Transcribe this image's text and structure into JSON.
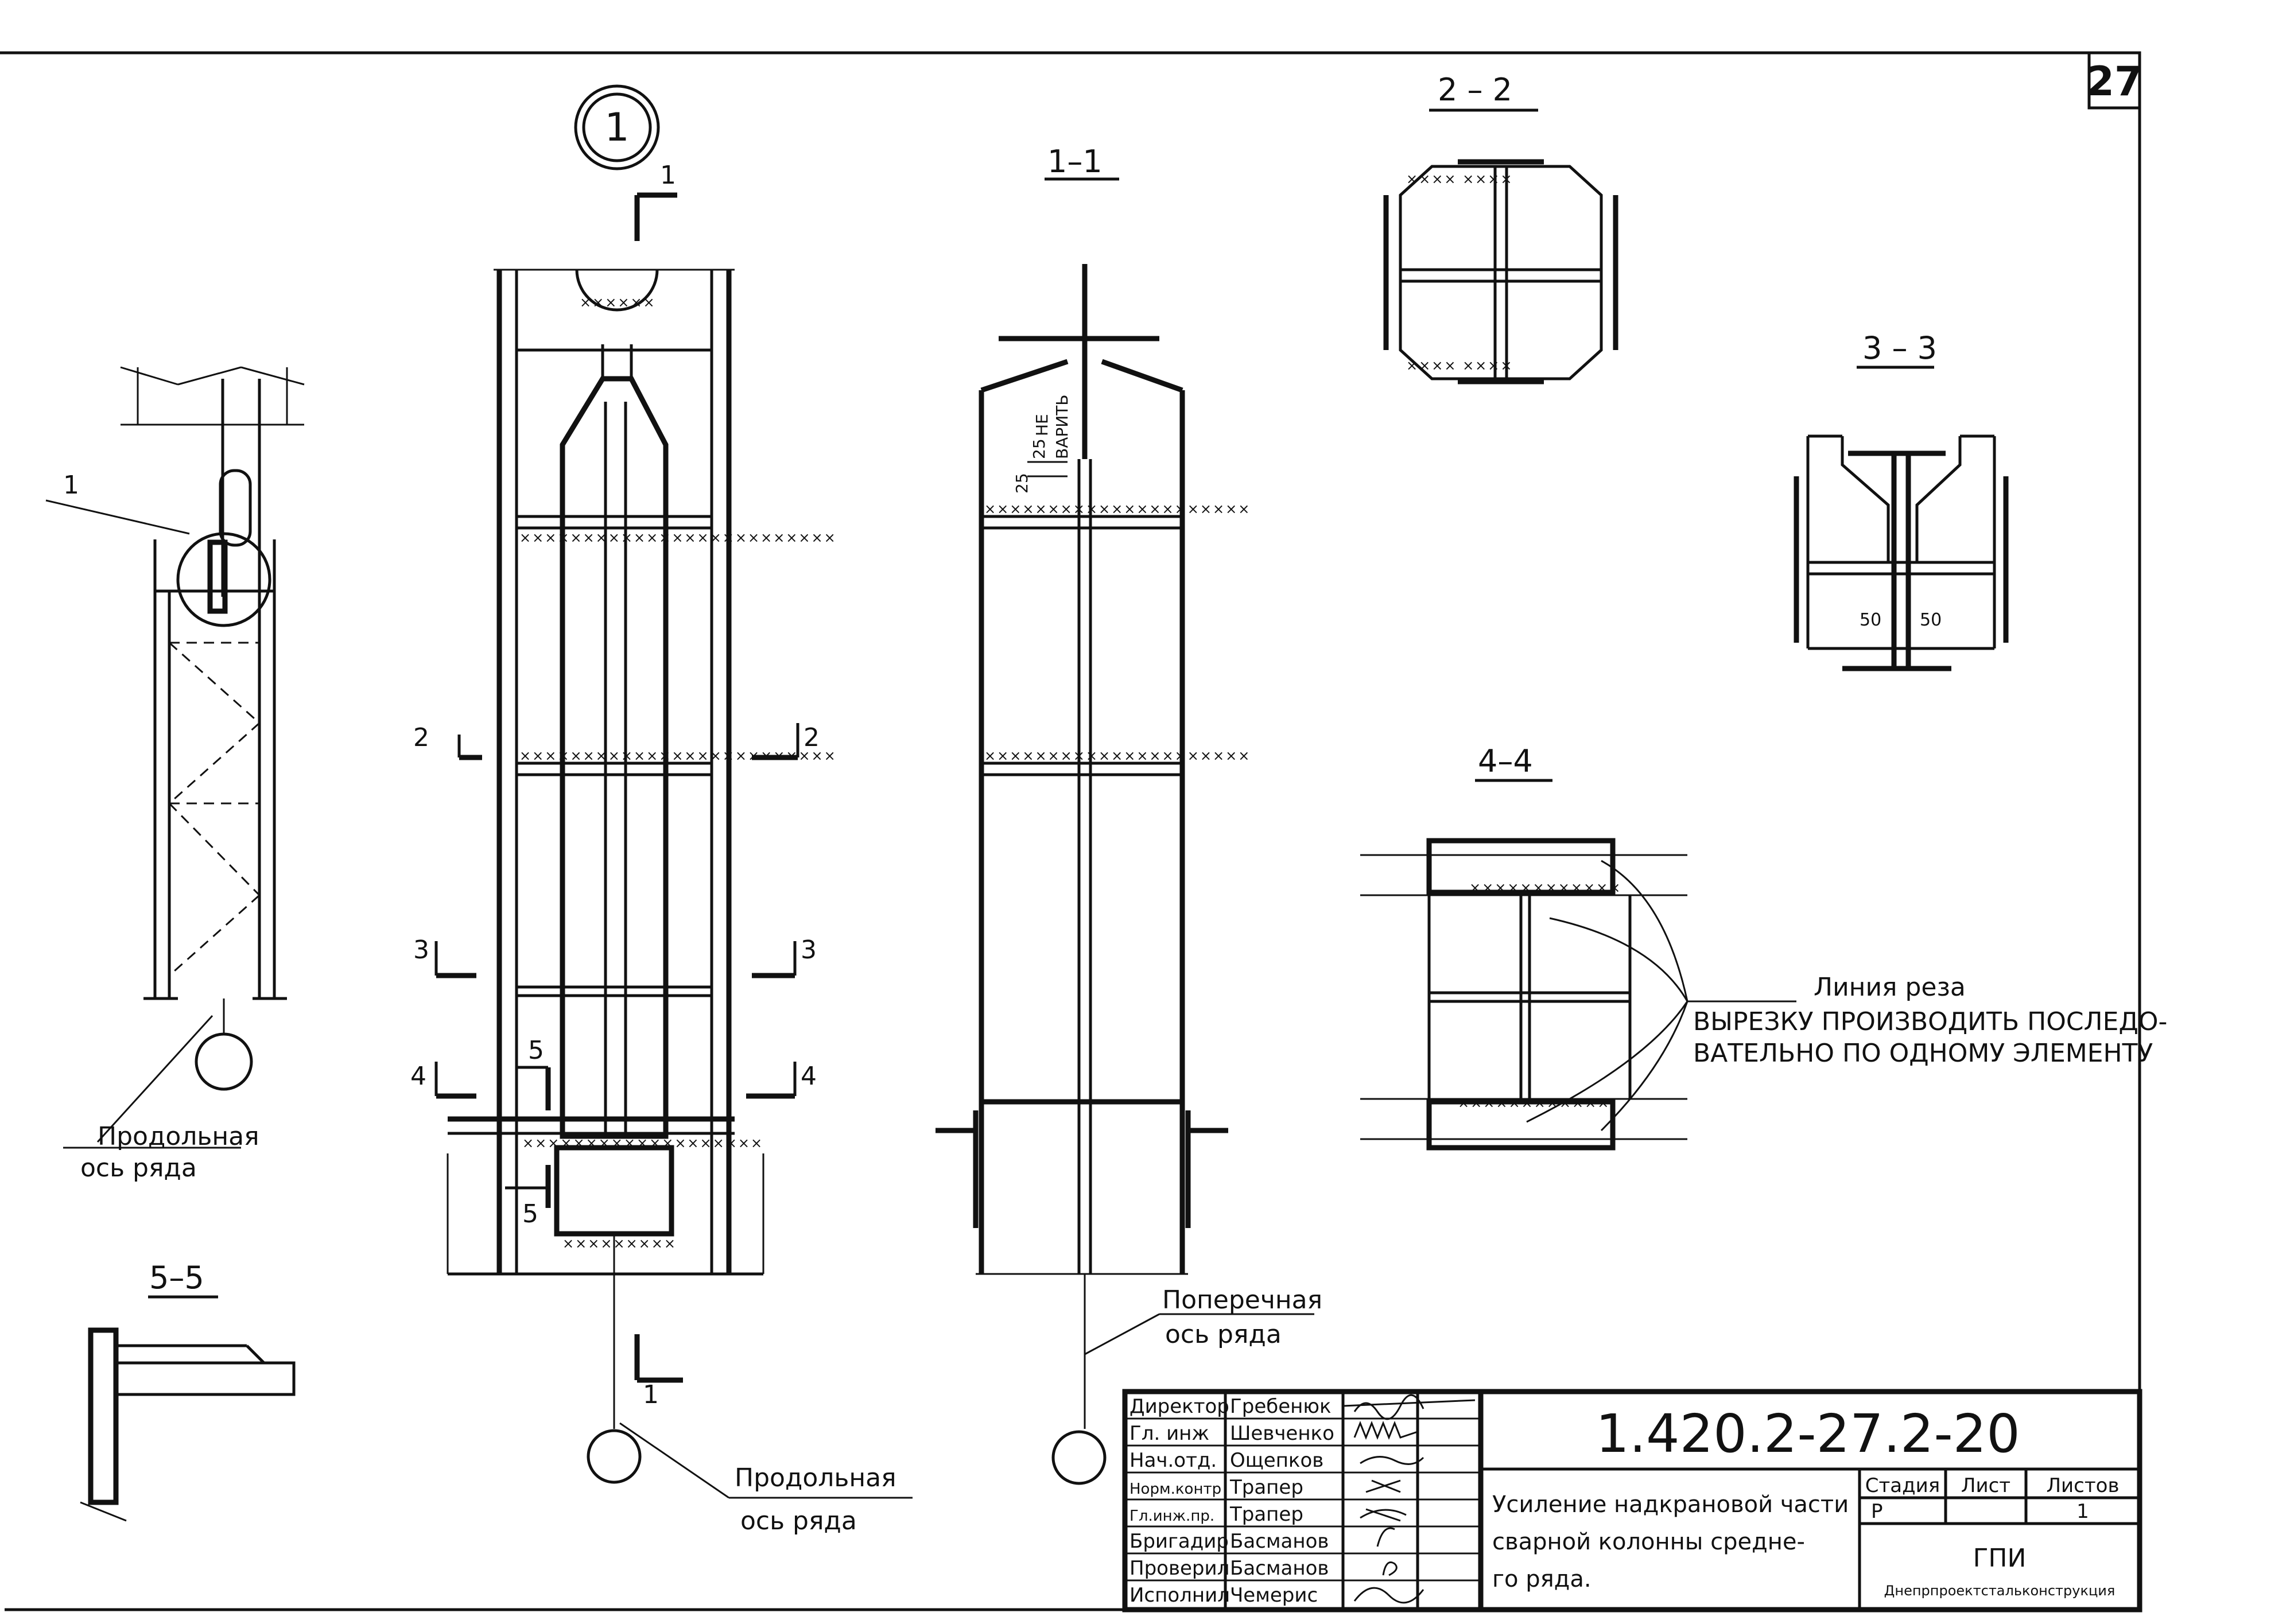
{
  "sheet": {
    "page_number": "27",
    "node_marker": "1",
    "overview_callout": "1"
  },
  "sections": {
    "s11": "1–1",
    "s22": "2 – 2",
    "s33": "3 – 3",
    "s44": "4–4",
    "s55": "5–5"
  },
  "cut_marks": {
    "c1": "1",
    "c2": "2",
    "c3": "3",
    "c4": "4",
    "c5": "5"
  },
  "dims": {
    "d25a": "25",
    "d25b": "25",
    "d50a": "50",
    "d50b": "50"
  },
  "notes": {
    "no_weld_1": "НЕ",
    "no_weld_2": "ВАРИТЬ",
    "cut_line": "Линия реза",
    "cut_instr_1": "ВЫРЕЗКУ ПРОИЗВОДИТЬ ПОСЛЕДО-",
    "cut_instr_2": "ВАТЕЛЬНО ПО ОДНОМУ ЭЛЕМЕНТУ"
  },
  "axes": {
    "long_left_1": "Продольная",
    "long_left_2": "ось ряда",
    "long_mid_1": "Продольная",
    "long_mid_2": "ось ряда",
    "trans_1": "Поперечная",
    "trans_2": "ось ряда"
  },
  "title_block": {
    "drawing_code": "1.420.2-27.2-20",
    "title_1": "Усиление надкрановой части",
    "title_2": "сварной колонны средне-",
    "title_3": "го ряда.",
    "stage_label": "Стадия",
    "sheet_label": "Лист",
    "sheets_label": "Листов",
    "stage": "Р",
    "sheet_no": "",
    "sheets_total": "1",
    "org_1": "ГПИ",
    "org_2": "Днепрпроектстальконструкция",
    "staff": [
      {
        "role": "Директор",
        "name": "Гребенюк"
      },
      {
        "role": "Гл. инж",
        "name": "Шевченко"
      },
      {
        "role": "Нач.отд.",
        "name": "Ощепков"
      },
      {
        "role": "Норм.контр",
        "name": "Трапер"
      },
      {
        "role": "Гл.инж.пр.",
        "name": "Трапер"
      },
      {
        "role": "Бригадир",
        "name": "Басманов"
      },
      {
        "role": "Проверил",
        "name": "Басманов"
      },
      {
        "role": "Исполнил",
        "name": "Чемерис"
      }
    ]
  }
}
